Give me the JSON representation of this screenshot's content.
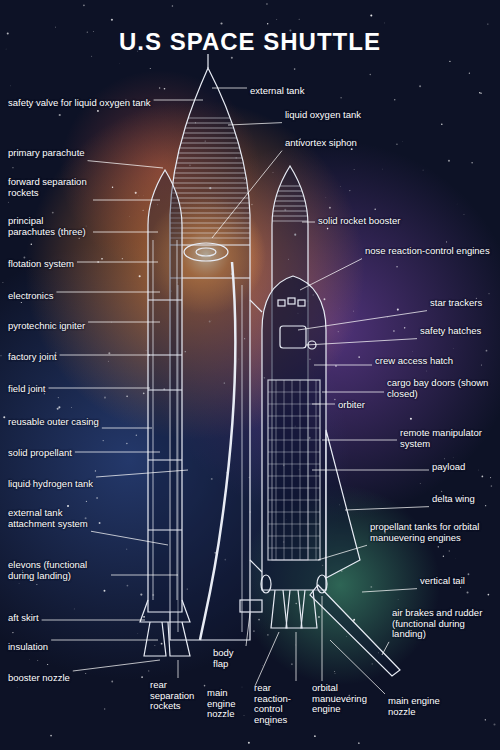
{
  "diagram": {
    "title": "U.S SPACE SHUTTLE",
    "labels": [
      "safety valve for liquid oxygen tank",
      "primary parachute",
      "forward separation rockets",
      "principal parachutes (three)",
      "flotation system",
      "electronics",
      "pyrotechnic igniter",
      "factory joint",
      "field joint",
      "reusable outer casing",
      "solid propellant",
      "liquid hydrogen tank",
      "external tank attachment system",
      "elevons (functional during landing)",
      "aft skirt",
      "insulation",
      "booster nozzle",
      "rear separation rockets",
      "body flap",
      "main engine nozzle",
      "rear reaction-control engines",
      "orbital manuevering engine",
      "main engine nozzle",
      "external tank",
      "liquid oxygen tank",
      "antivortex siphon",
      "solid rocket booster",
      "nose reaction-control engines",
      "star trackers",
      "safety hatches",
      "crew access hatch",
      "cargo bay doors (shown closed)",
      "orbiter",
      "remote manipulator system",
      "payload",
      "delta wing",
      "propellant tanks for orbital manuevering engines",
      "vertical tail",
      "air brakes and rudder (functional during landing)"
    ]
  }
}
